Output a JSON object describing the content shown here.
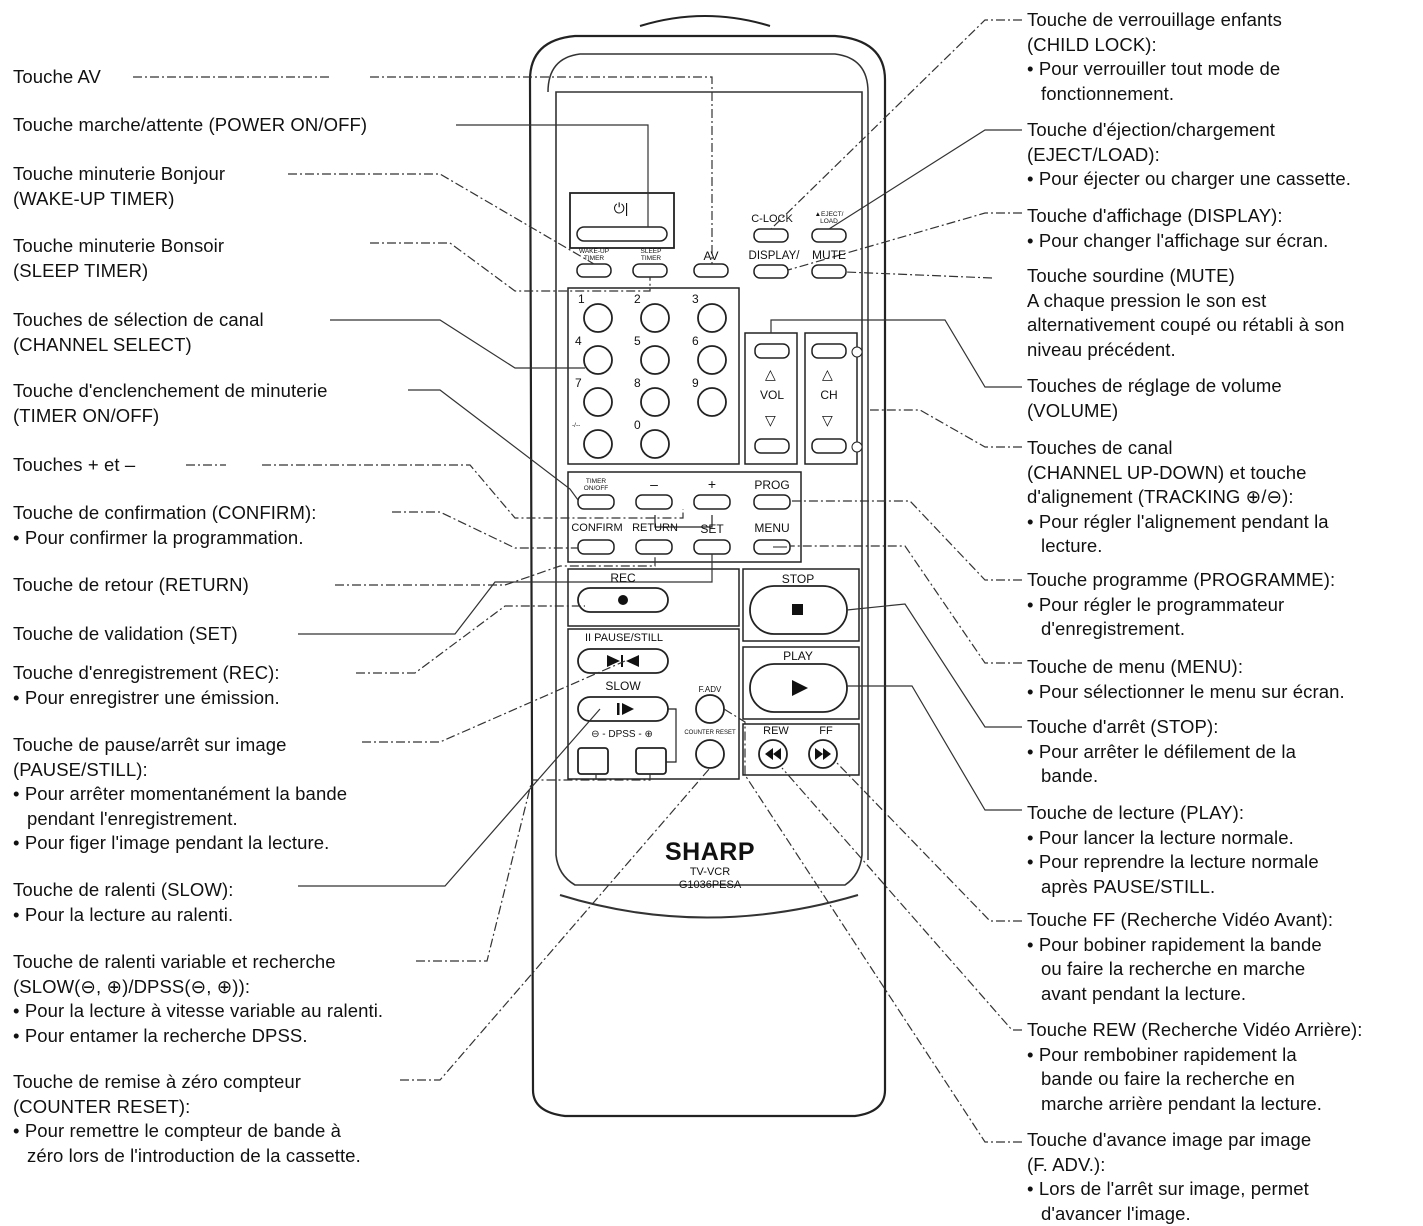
{
  "left_labels": [
    {
      "id": "av",
      "lines": [
        "Touche AV"
      ]
    },
    {
      "id": "power",
      "lines": [
        "Touche marche/attente (POWER ON/OFF)"
      ]
    },
    {
      "id": "wakeup",
      "lines": [
        "Touche minuterie Bonjour",
        "(WAKE-UP TIMER)"
      ]
    },
    {
      "id": "sleep",
      "lines": [
        "Touche minuterie Bonsoir",
        "(SLEEP TIMER)"
      ]
    },
    {
      "id": "chsel",
      "lines": [
        "Touches de sélection de canal",
        "(CHANNEL SELECT)"
      ]
    },
    {
      "id": "timer",
      "lines": [
        "Touche d'enclenchement de minuterie",
        "(TIMER ON/OFF)"
      ]
    },
    {
      "id": "plusminus",
      "lines": [
        "Touches + et –"
      ]
    },
    {
      "id": "confirm",
      "lines": [
        "Touche de confirmation (CONFIRM):",
        "• Pour confirmer la programmation."
      ]
    },
    {
      "id": "return",
      "lines": [
        "Touche de retour (RETURN)"
      ]
    },
    {
      "id": "set",
      "lines": [
        "Touche de validation (SET)"
      ]
    },
    {
      "id": "rec",
      "lines": [
        "Touche d'enregistrement (REC):",
        "• Pour enregistrer une émission."
      ]
    },
    {
      "id": "pause",
      "lines": [
        "Touche de pause/arrêt sur image",
        "(PAUSE/STILL):",
        "• Pour arrêter momentanément la bande",
        "  pendant l'enregistrement.",
        "• Pour figer l'image pendant la lecture."
      ]
    },
    {
      "id": "slow",
      "lines": [
        "Touche de ralenti (SLOW):",
        "• Pour la lecture au ralenti."
      ]
    },
    {
      "id": "dpss",
      "lines": [
        "Touche de ralenti variable et recherche",
        "(SLOW(⊖, ⊕)/DPSS(⊖, ⊕)):",
        "• Pour la lecture à vitesse variable au ralenti.",
        "• Pour entamer la recherche DPSS."
      ]
    },
    {
      "id": "counter",
      "lines": [
        "Touche de remise à zéro compteur",
        "(COUNTER RESET):",
        "• Pour remettre le compteur de bande à",
        "  zéro lors de l'introduction de la cassette."
      ]
    }
  ],
  "right_labels": [
    {
      "id": "childlock",
      "lines": [
        "Touche de verrouillage enfants",
        "(CHILD LOCK):",
        "• Pour verrouiller tout mode de",
        "  fonctionnement."
      ]
    },
    {
      "id": "eject",
      "lines": [
        "Touche d'éjection/chargement",
        "(EJECT/LOAD):",
        "• Pour éjecter ou charger une cassette."
      ]
    },
    {
      "id": "display",
      "lines": [
        "Touche d'affichage (DISPLAY):",
        "• Pour changer l'affichage sur écran."
      ]
    },
    {
      "id": "mute",
      "lines": [
        "Touche sourdine (MUTE)",
        "A chaque pression le son est",
        "alternativement coupé ou rétabli à son",
        "niveau précédent."
      ]
    },
    {
      "id": "volume",
      "lines": [
        "Touches de réglage de volume",
        "(VOLUME)"
      ]
    },
    {
      "id": "channel",
      "lines": [
        "Touches de canal",
        "(CHANNEL UP-DOWN) et touche",
        "d'alignement (TRACKING ⊕/⊖):",
        "• Pour régler l'alignement pendant la",
        "  lecture."
      ]
    },
    {
      "id": "prog",
      "lines": [
        "Touche programme (PROGRAMME):",
        "• Pour régler le programmateur",
        "  d'enregistrement."
      ]
    },
    {
      "id": "menu",
      "lines": [
        "Touche de menu (MENU):",
        "• Pour sélectionner le menu sur écran."
      ]
    },
    {
      "id": "stop",
      "lines": [
        "Touche d'arrêt (STOP):",
        "• Pour arrêter le défilement de la",
        "  bande."
      ]
    },
    {
      "id": "play",
      "lines": [
        "Touche de lecture (PLAY):",
        "• Pour lancer la lecture normale.",
        "• Pour reprendre la lecture normale",
        "  après PAUSE/STILL."
      ]
    },
    {
      "id": "ff",
      "lines": [
        "Touche FF (Recherche Vidéo Avant):",
        "• Pour bobiner rapidement la bande",
        "  ou faire la recherche en marche",
        "  avant pendant la lecture."
      ]
    },
    {
      "id": "rew",
      "lines": [
        "Touche REW (Recherche Vidéo Arrière):",
        "• Pour rembobiner rapidement la",
        "  bande ou faire la recherche en",
        "  marche arrière pendant la lecture."
      ]
    },
    {
      "id": "fadv",
      "lines": [
        "Touche d'avance image par image",
        "(F. ADV.):",
        "• Lors de l'arrêt sur image, permet",
        "  d'avancer l'image."
      ]
    }
  ],
  "remote": {
    "power_symbol": "⏻|",
    "wakeup": "WAKE-UP TIMER",
    "sleep": "SLEEP TIMER",
    "av": "AV",
    "clock": "C-LOCK",
    "eject": "▲EJECT/ LOAD",
    "display": "DISPLAY/",
    "mute": "MUTE",
    "digits": [
      "1",
      "2",
      "3",
      "4",
      "5",
      "6",
      "7",
      "8",
      "9",
      "-/--",
      "0"
    ],
    "vol": "VOL",
    "ch": "CH",
    "timer_onoff": "TIMER ON/OFF",
    "minus": "–",
    "plus": "+",
    "prog": "PROG",
    "confirm": "CONFIRM",
    "return": "RETURN",
    "set": "SET",
    "menu": "MENU",
    "rec": "REC",
    "stop": "STOP",
    "pause_still": "II PAUSE/STILL",
    "play": "PLAY",
    "slow": "SLOW",
    "fadv": "F.ADV",
    "dpss": "⊖ - DPSS - ⊕",
    "counter_reset": "COUNTER RESET",
    "rew": "REW",
    "ff": "FF",
    "brand": "SHARP",
    "model_line1": "TV-VCR",
    "model_line2": "G1036PESA"
  }
}
